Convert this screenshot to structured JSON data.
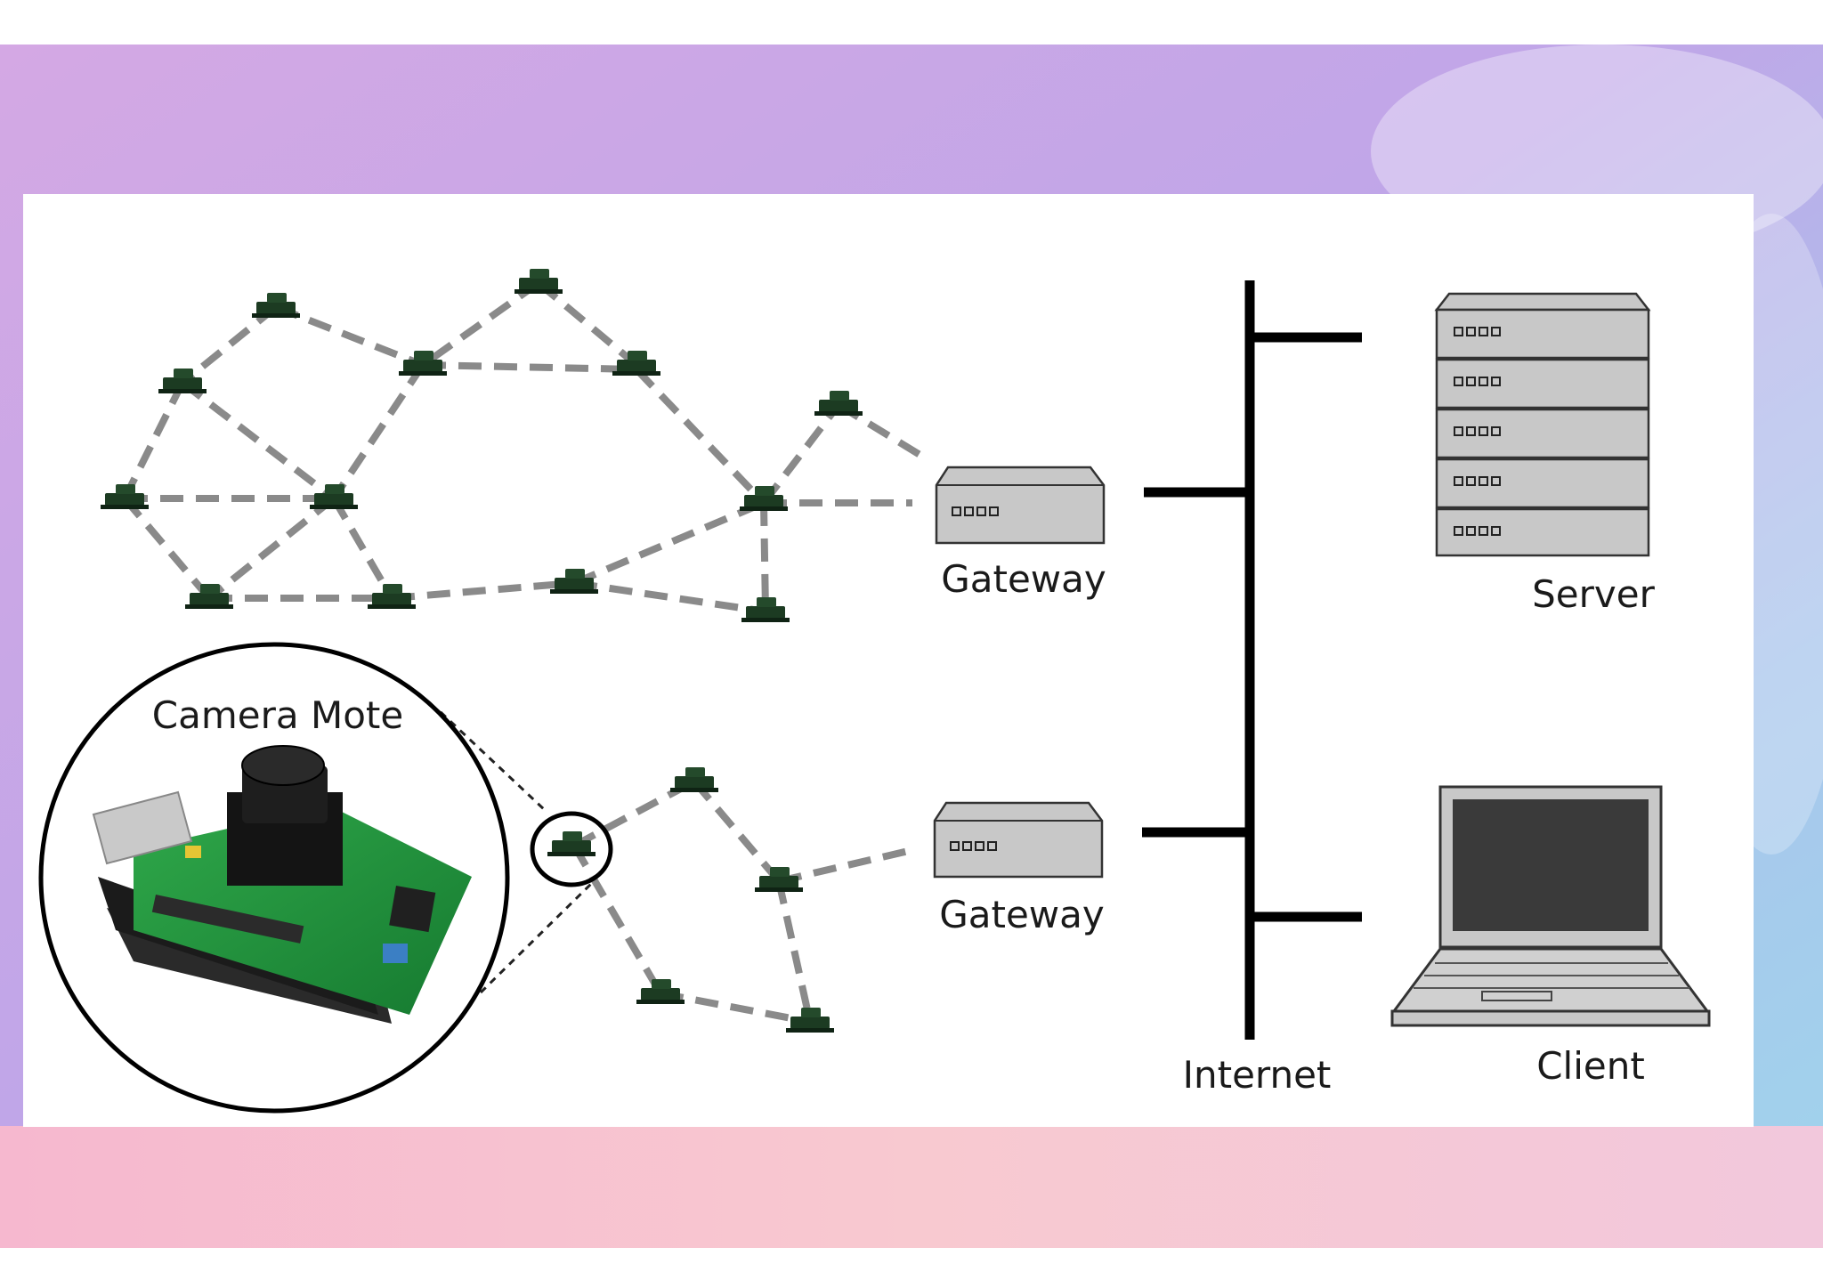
{
  "labels": {
    "camera_mote": "Camera Mote",
    "gateway_top": "Gateway",
    "gateway_bottom": "Gateway",
    "internet": "Internet",
    "server": "Server",
    "client": "Client"
  },
  "icons": {
    "sensor_node": "sensor-mote-icon",
    "gateway": "gateway-box-icon",
    "server": "server-rack-icon",
    "client": "laptop-icon",
    "camera_mote": "camera-mote-board-image"
  },
  "colors": {
    "node": "#1c3b22",
    "link": "#8a8a8a",
    "device_fill": "#c8c8c8",
    "backbone": "#000000",
    "bg_purple": "#c9a6e6",
    "bg_blue": "#a8cdea",
    "bg_pink": "#f4bcd3"
  }
}
